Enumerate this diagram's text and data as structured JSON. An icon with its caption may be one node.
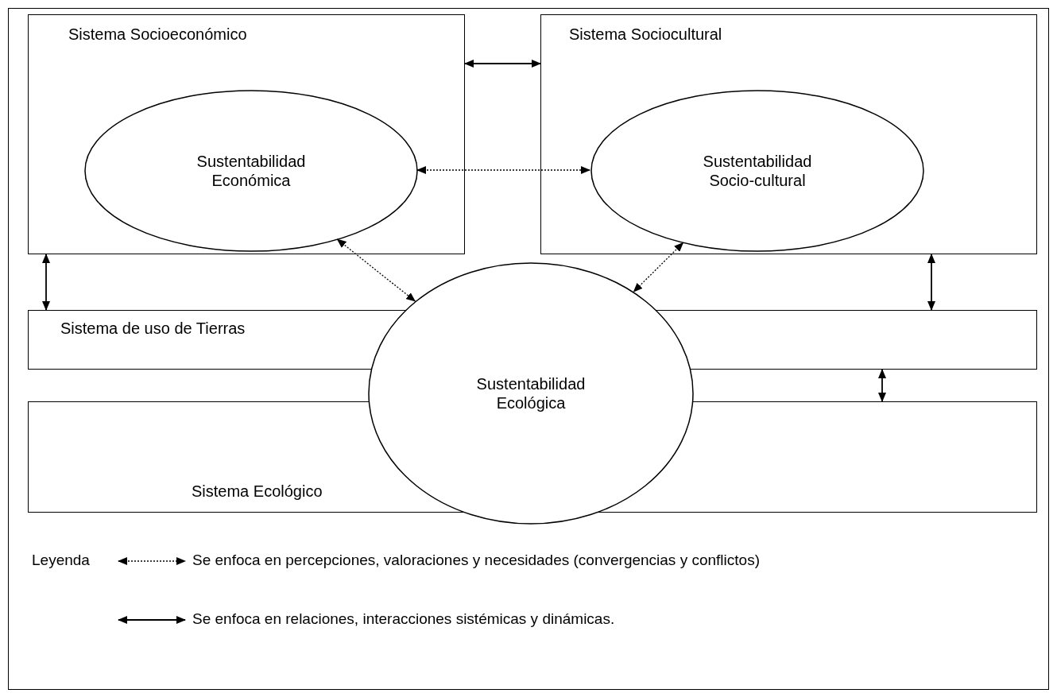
{
  "diagram": {
    "nodes": [
      {
        "text": [
          "Sistema Socioeconómico"
        ]
      },
      {
        "text": [
          "Sustentabilidad Económica"
        ],
        "in": 0
      },
      {
        "text": [
          "Sistema Sociocultural"
        ]
      },
      {
        "text": [
          "Sustentabilidad Socio-cultural"
        ],
        "in": 2
      },
      {
        "text": [
          "Sistema de uso de Tierras"
        ]
      },
      {
        "text": [
          "Sustentabilidad Ecológica"
        ]
      },
      {
        "text": [
          "Sistema Ecológico"
        ]
      }
    ],
    "edges": [
      {
        "from": 0,
        "to": 2,
        "arrow": "both"
      },
      {
        "from": 1,
        "to": 3,
        "arrow": "both",
        "style": "dashed"
      },
      {
        "from": 1,
        "to": 5,
        "arrow": "both",
        "style": "dashed"
      },
      {
        "from": 3,
        "to": 5,
        "arrow": "both",
        "style": "dashed"
      },
      {
        "from": 0,
        "to": 4,
        "arrow": "both"
      },
      {
        "from": 2,
        "to": 4,
        "arrow": "both"
      },
      {
        "from": 4,
        "to": 6,
        "arrow": "both"
      }
    ],
    "labels": [
      "Leyenda"
    ],
    "legend": [
      {
        "text": "Se enfoca en percepciones, valoraciones y necesidades (convergencias y conflictos)"
      },
      {
        "text": "Se enfoca en relaciones, interacciones sistémicas y dinámicas."
      }
    ]
  }
}
